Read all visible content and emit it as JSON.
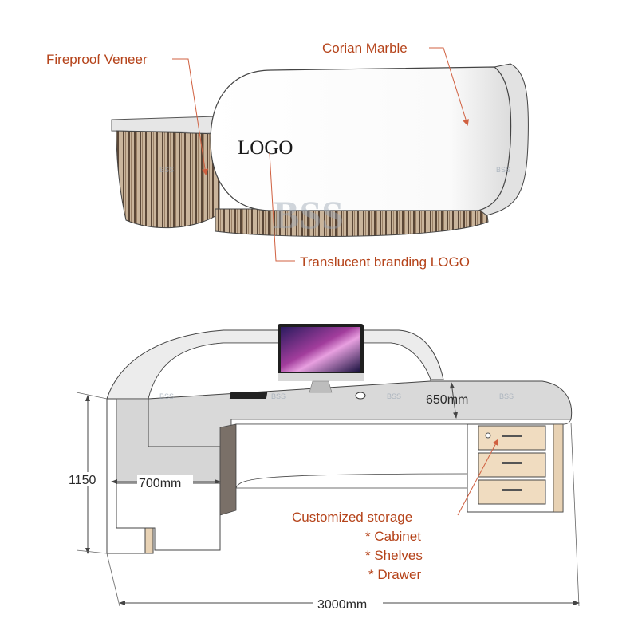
{
  "colors": {
    "callout_text": "#b5431a",
    "callout_line": "#d06040",
    "dim_text": "#2a2a2a",
    "veneer_light": "#c9b49b",
    "veneer_dark": "#4a3a2c",
    "corian_white": "#ffffff",
    "desk_grey": "#d9d9d9",
    "drawer_wood": "#f0dcc0"
  },
  "top_view": {
    "labels": {
      "veneer": "Fireproof Veneer",
      "marble": "Corian Marble",
      "logo_callout": "Translucent branding LOGO"
    },
    "logo_text": "LOGO"
  },
  "bottom_view": {
    "monitor_icon": "monitor-icon",
    "dimensions": {
      "height": "1150",
      "depth_left": "700mm",
      "depth_right": "650mm",
      "width": "3000mm"
    },
    "storage": {
      "title": "Customized storage",
      "items": [
        "* Cabinet",
        "* Shelves",
        "* Drawer"
      ]
    }
  },
  "watermark": {
    "big": "BSS",
    "small": "BSS"
  }
}
